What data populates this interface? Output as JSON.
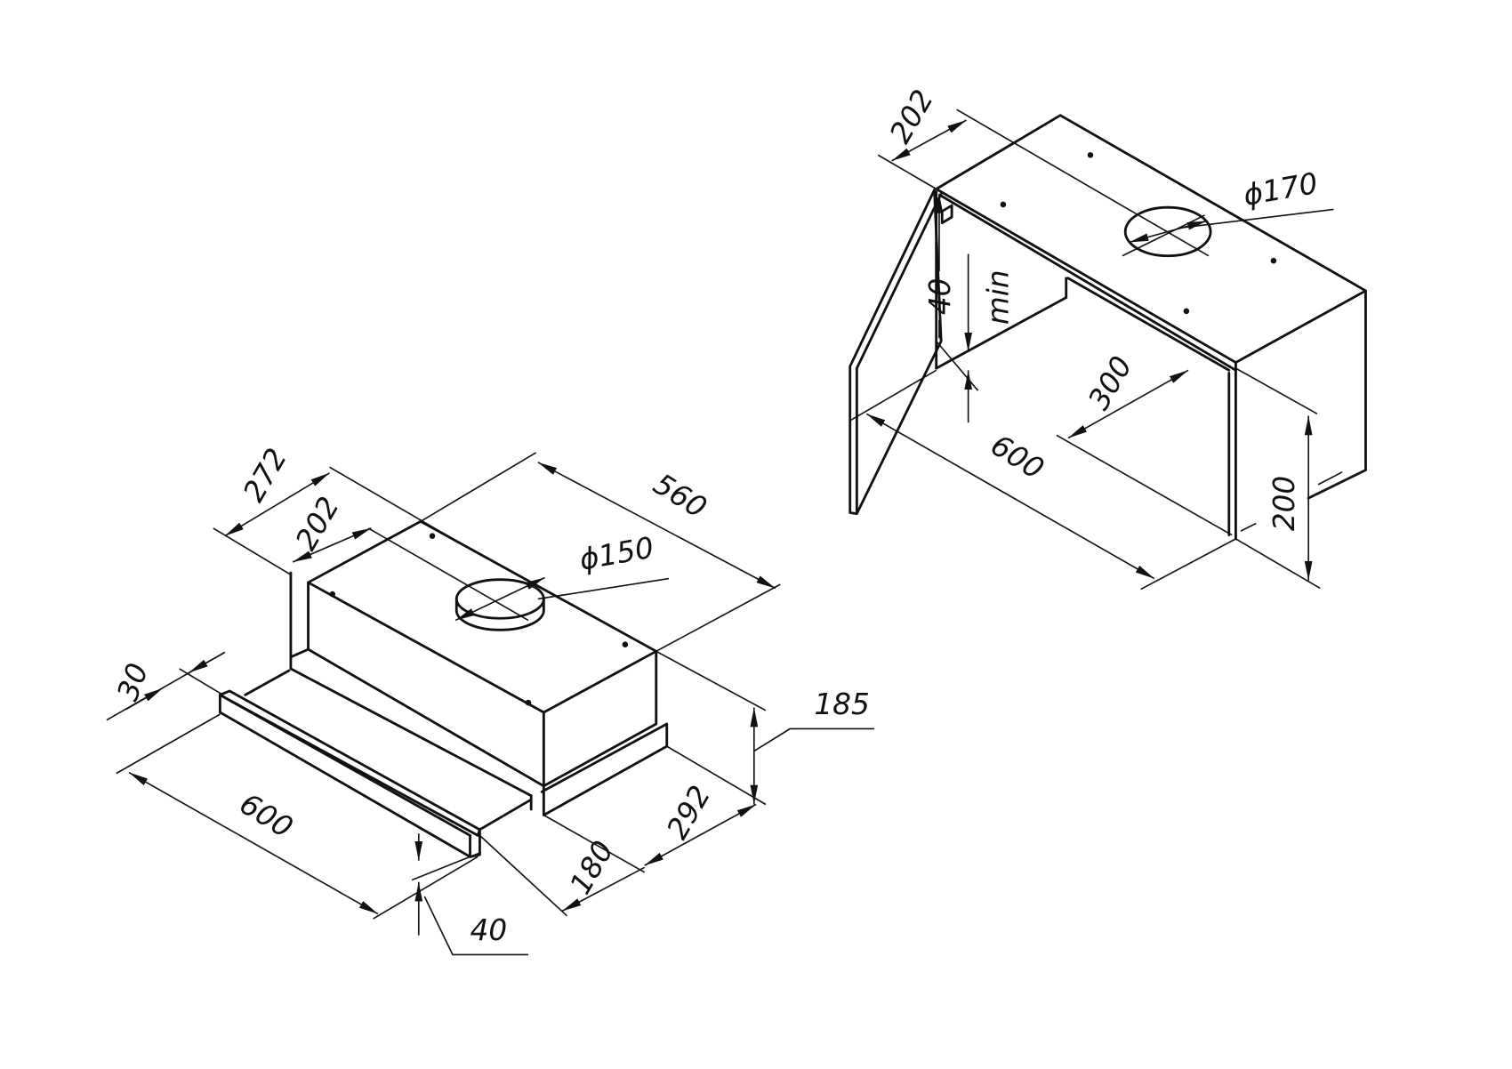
{
  "title": "Range hood dimension drawing",
  "retractable_hood": {
    "dims": {
      "d272": "272",
      "d202": "202",
      "d560": "560",
      "d150": "ϕ150",
      "d30": "30",
      "d600": "600",
      "d40": "40",
      "d180": "180",
      "d292": "292",
      "d185": "185"
    }
  },
  "cabinet_install": {
    "dims": {
      "d202": "202",
      "d170": "ϕ170",
      "d40": "40",
      "min": "min",
      "d300": "300",
      "d600": "600",
      "d200": "200"
    }
  }
}
